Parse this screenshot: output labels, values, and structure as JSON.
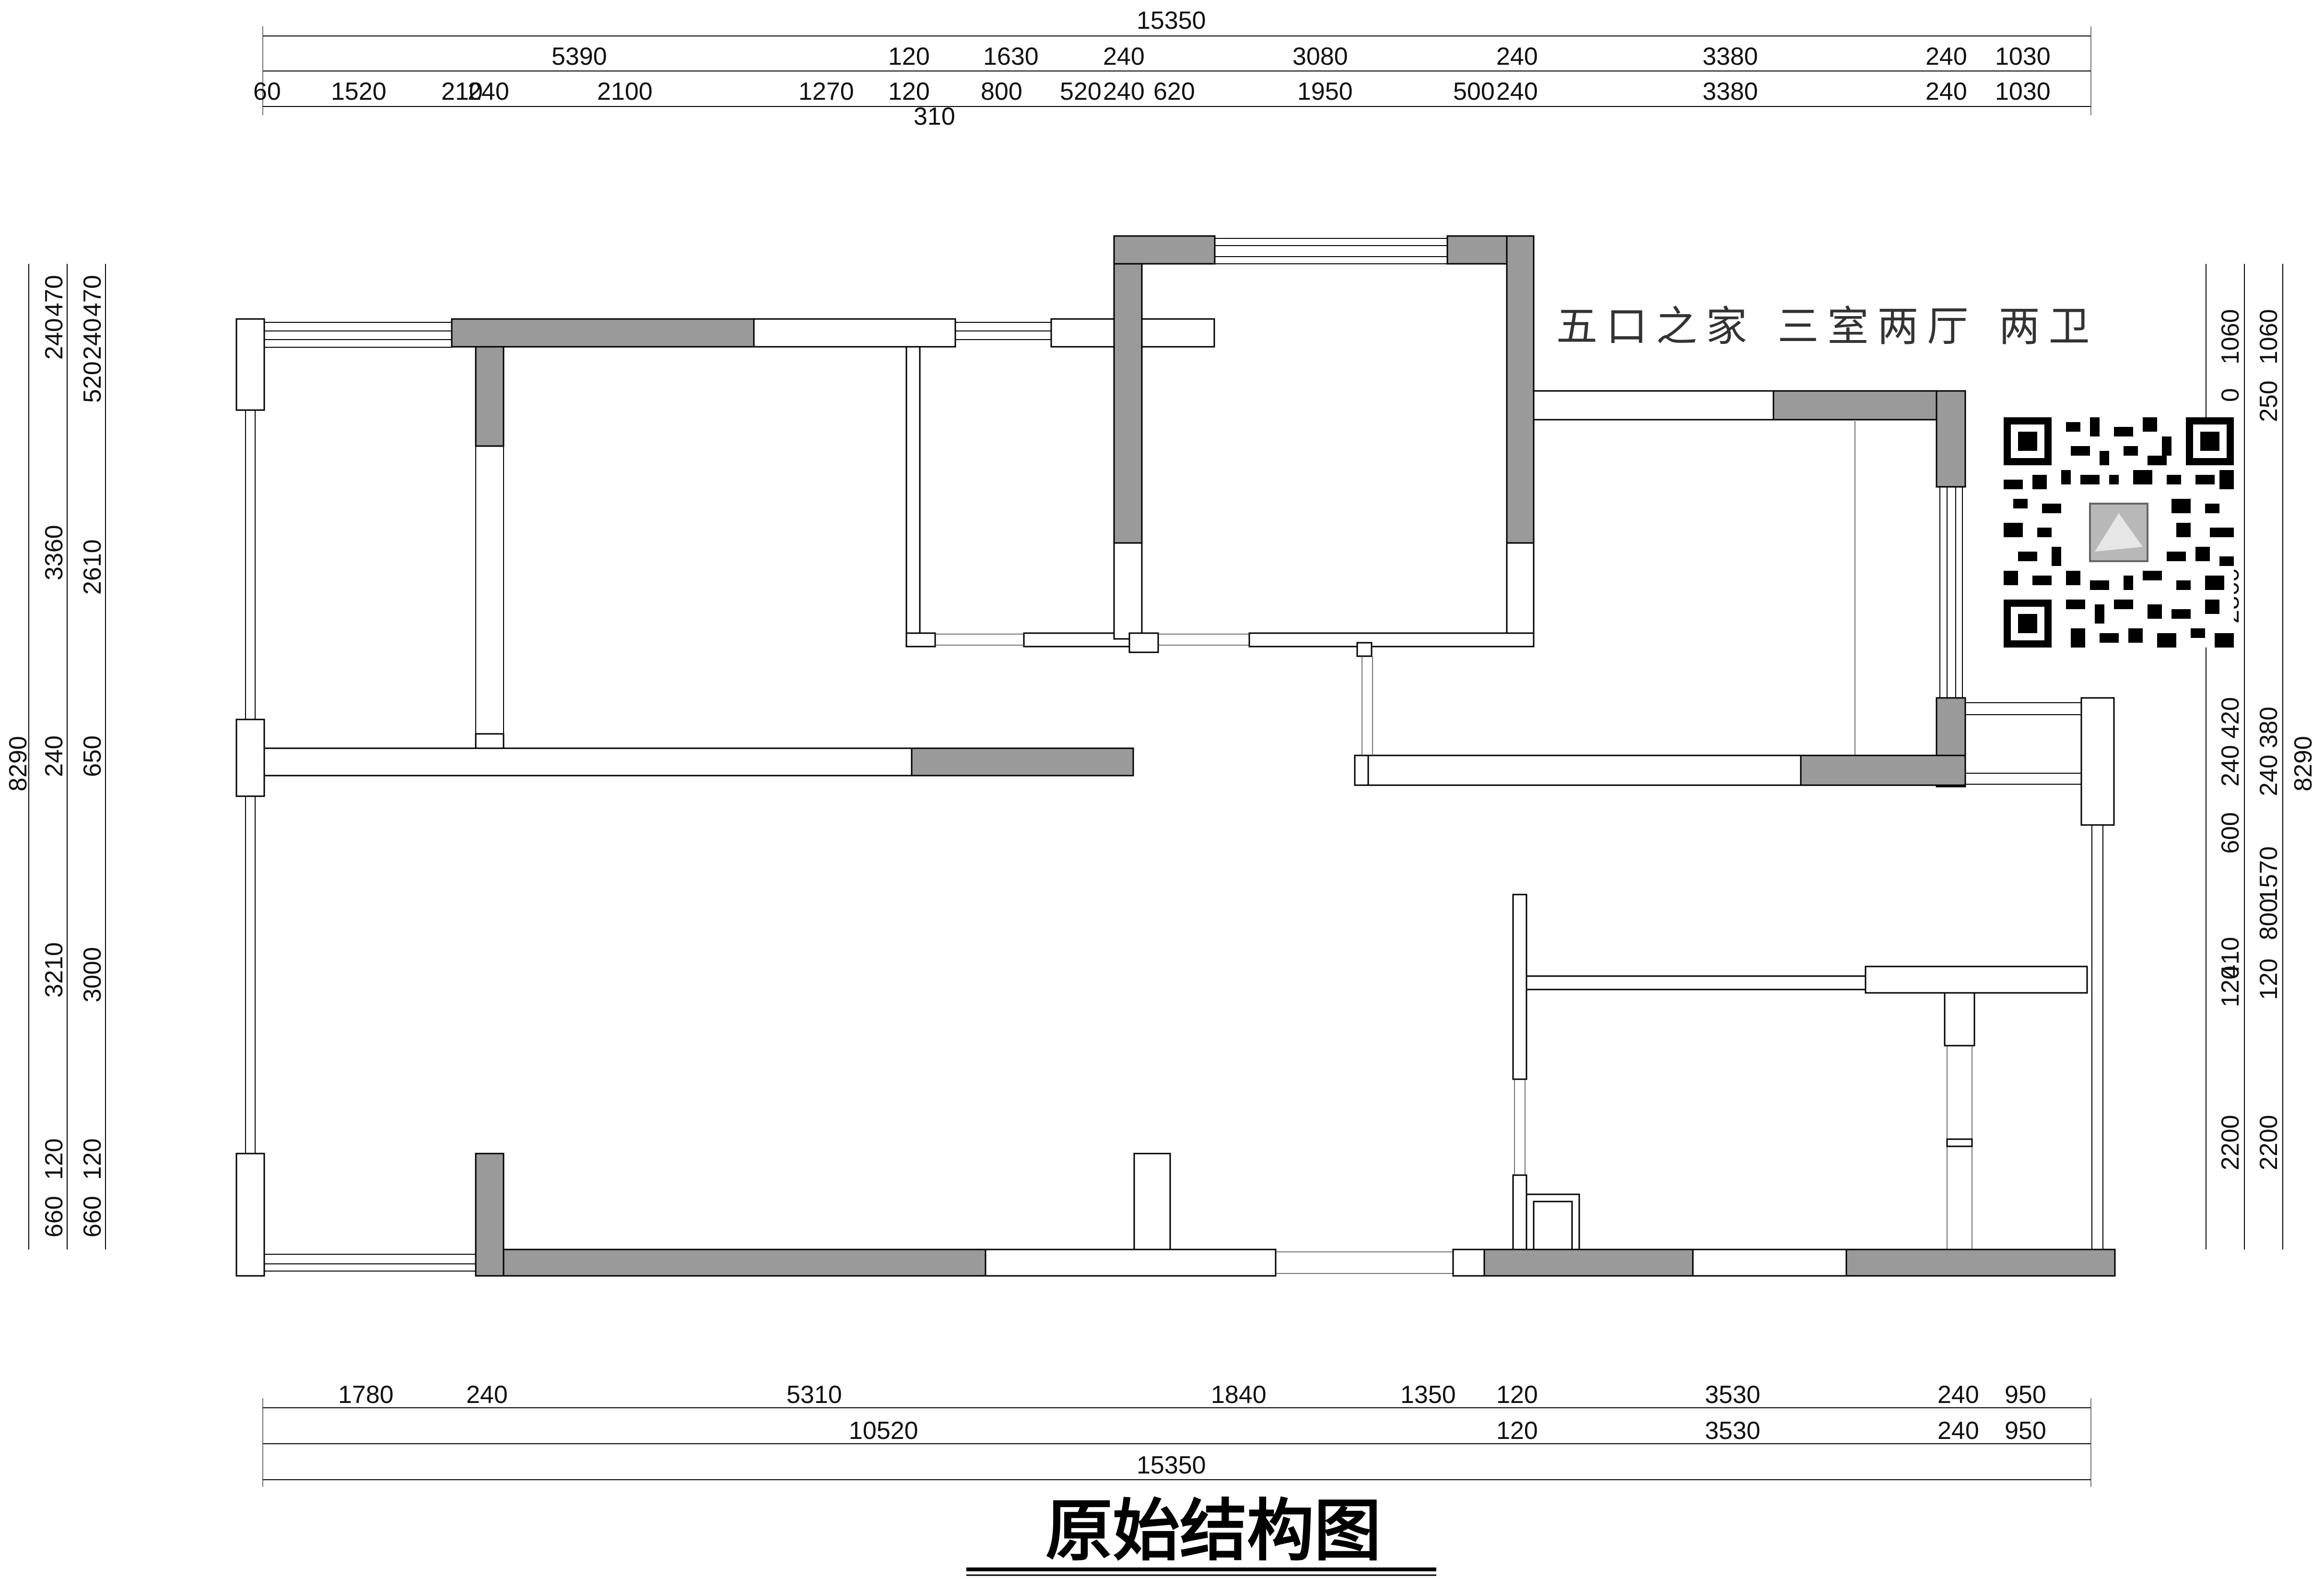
{
  "headline": "五口之家   三室两厅   两卫",
  "plan_title": "原始结构图",
  "dims_top": {
    "total": "15350",
    "row2": [
      "5390",
      "120",
      "1630",
      "240",
      "3080",
      "240",
      "3380",
      "240",
      "1030"
    ],
    "row3": [
      "60",
      "1520",
      "210",
      "240",
      "2100",
      "1270",
      "120",
      "800",
      "520",
      "240",
      "620",
      "1950",
      "500",
      "240",
      "3380",
      "240",
      "1030"
    ],
    "extra": "310"
  },
  "dims_bottom": {
    "row1": [
      "1780",
      "240",
      "5310",
      "1840",
      "1350",
      "120",
      "3530",
      "240",
      "950"
    ],
    "row2": [
      "10520",
      "120",
      "3530",
      "240",
      "950"
    ],
    "total": "15350"
  },
  "dims_left": {
    "outer": [
      "240",
      "470",
      "520",
      "240",
      "470",
      "3360",
      "2610",
      "8290",
      "240",
      "650",
      "3210",
      "3000",
      "660",
      "120",
      "660",
      "120"
    ]
  },
  "dims_right": {
    "inner": [
      "1060",
      "0",
      "2860",
      "420",
      "240",
      "600",
      "410",
      "120",
      "2200"
    ],
    "outer": [
      "1060",
      "250",
      "8290",
      "380",
      "240",
      "800",
      "1570",
      "120",
      "2200"
    ]
  },
  "qr_code": "qr-code-icon"
}
